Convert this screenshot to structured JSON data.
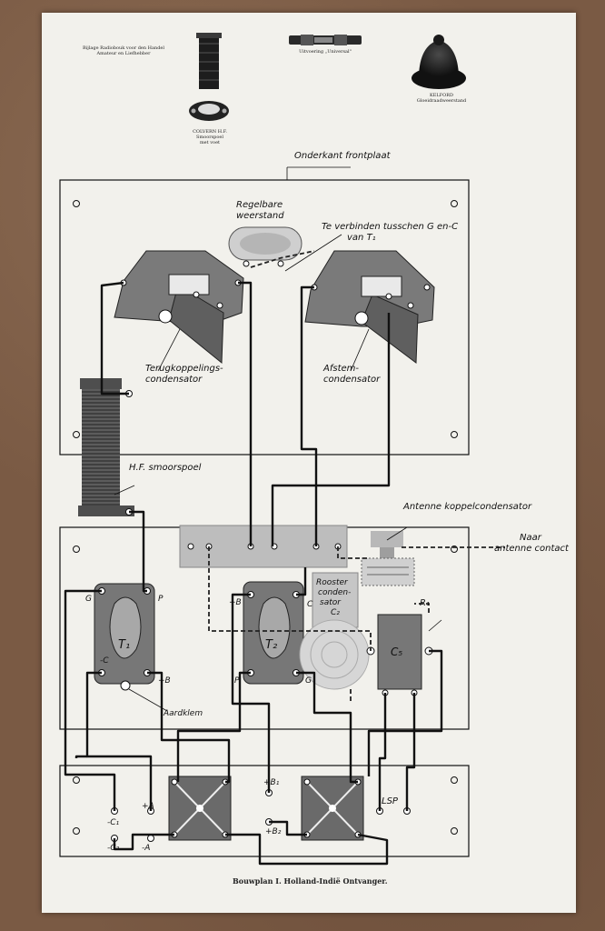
{
  "header": {
    "publisher_line1": "Bijlage Radiobouk voor den Handel",
    "publisher_line2": "Amateur en Liefhebber",
    "colvern_name": "COLVERN H.F.",
    "colvern_desc1": "Smoorspoel",
    "colvern_desc2": "met voet",
    "universal_label": "Uitvoering „Universal\"",
    "kelford_name": "KELFORD",
    "kelford_desc": "Gloeidraadweerstand"
  },
  "labels": {
    "front_plate": "Onderkant frontplaat",
    "regelbare": "Regelbare",
    "weerstand": "weerstand",
    "te_verbinden": "Te verbinden tusschen G en-C",
    "van_t1": "van T₁",
    "terug1": "Terugkoppelings-",
    "terug2": "condensator",
    "afstem1": "Afstem-",
    "afstem2": "condensator",
    "hf_smoorspoel": "H.F. smoorspoel",
    "antenne_koppel": "Antenne koppelcondensator",
    "naar": "Naar",
    "antenne_contact": "antenne contact",
    "rooster1": "Rooster",
    "rooster2": "conden-",
    "rooster3": "sator",
    "rooster4": "C₂",
    "r1": "R₁",
    "t1": "T₁",
    "t2": "T₂",
    "c5": "C₅",
    "aardklem": "Aardklem",
    "t1_g": "G",
    "t1_p": "P",
    "t1_minc": "-C",
    "t1_plusb": "+B",
    "t2_plusb": "+B",
    "t2_c": "C",
    "t2_p": "P",
    "t2_g": "G",
    "min_c1": "-C₁",
    "min_c2": "-C₂",
    "plus_a": "+A",
    "min_a": "-A",
    "plus_b1": "+B₁",
    "plus_b2": "+B₂",
    "lsp": "LSP"
  },
  "footer": {
    "title": "Bouwplan I. Holland-Indië Ontvanger."
  },
  "colors": {
    "paper": "#f2f1ec",
    "ink": "#111111",
    "component_gray": "#6e6e6e",
    "background_carpet": "#7a5a44"
  }
}
